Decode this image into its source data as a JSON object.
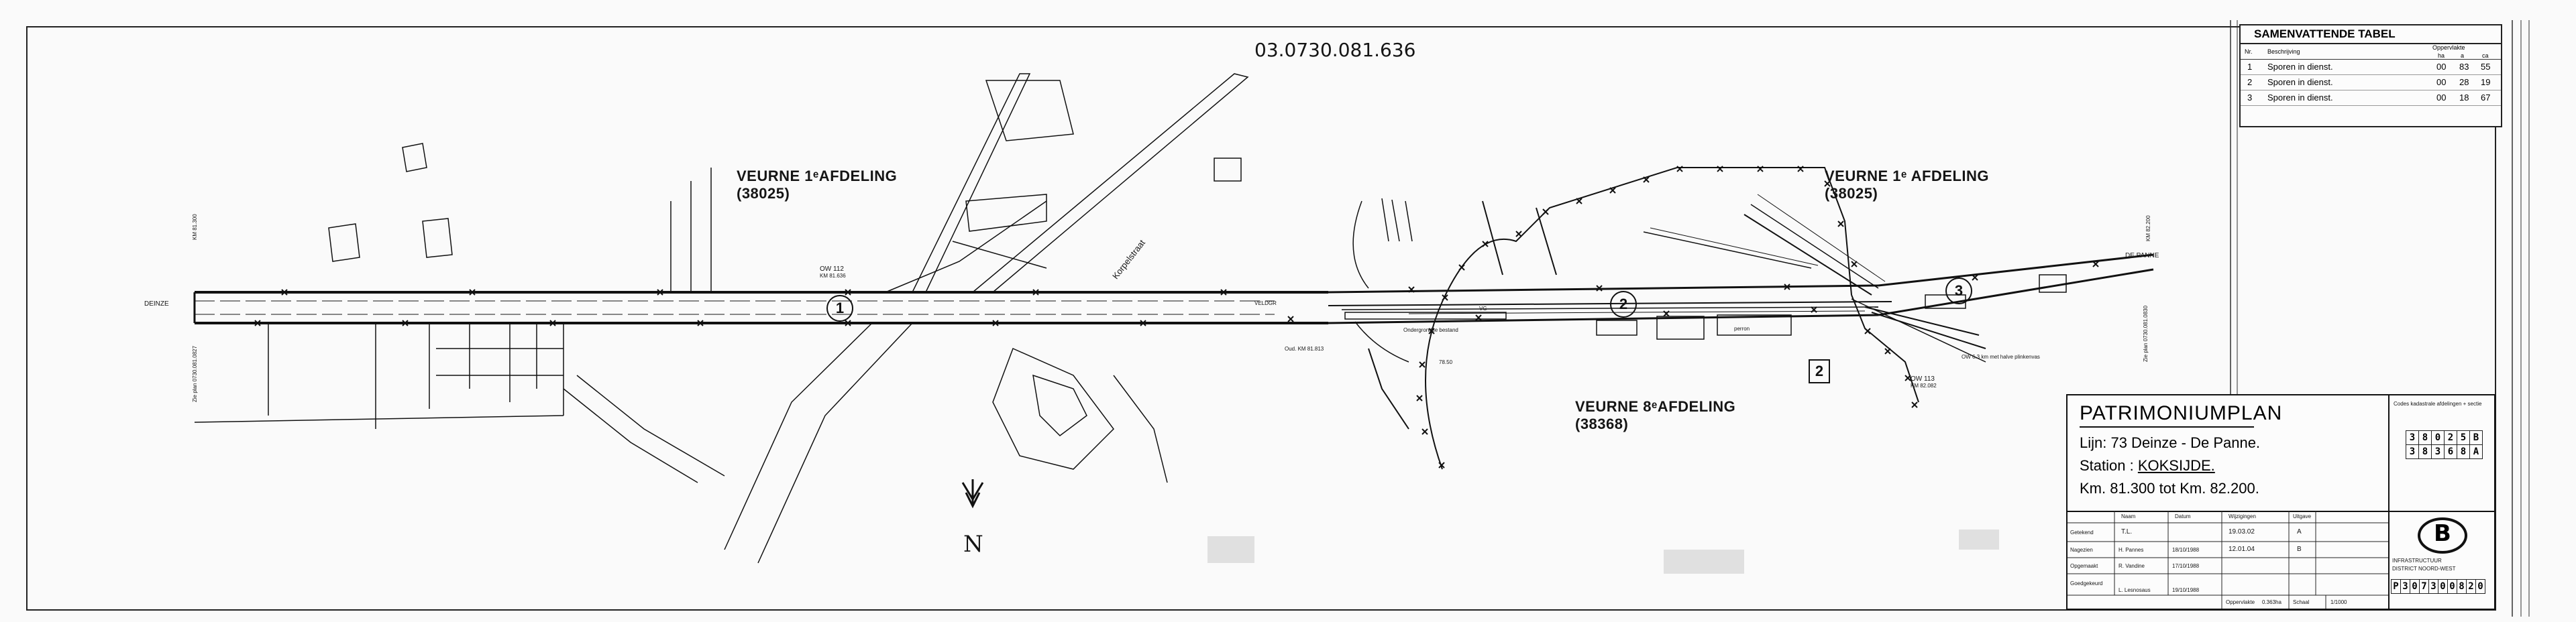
{
  "drawing_ref_top": "03.0730.081.636",
  "north": "N",
  "areas": {
    "veurne_1_west_l1": "VEURNE 1ᵉAFDELING",
    "veurne_1_west_l2": "(38025)",
    "veurne_1_east_l1": "VEURNE 1ᵉ AFDELING",
    "veurne_1_east_l2": "(38025)",
    "veurne_8_l1": "VEURNE 8ᵉAFDELING",
    "veurne_8_l2": "(38368)"
  },
  "labels": {
    "deinze": "DEINZE",
    "de_panne": "DE PANNE",
    "km_81300": "KM 81.300",
    "km_82200": "KM 82.200",
    "km_81930_left": "Zie plan 0730.081.0827",
    "km_81830_right": "Zie plan 0730.081.0830",
    "street": "Korpelstraat",
    "ow112_a": "OW 112",
    "ow112_b": "KM 81.636",
    "ow113_a": "OW 113",
    "ow113_b": "KM 82.082",
    "oud_km": "Oud. KM 81.813",
    "onderg": "Ondergrondse bestand",
    "veldgr": "VELDGR",
    "vg": "VG",
    "dist": "78.50",
    "ow_kant": "OW 6.3 km met halve plinkenvas",
    "perron": "perron"
  },
  "markers": {
    "m1": "1",
    "m2": "2",
    "m3": "3",
    "sq2": "2"
  },
  "summary": {
    "title": "SAMENVATTENDE TABEL",
    "col_nr": "Nr.",
    "col_desc": "Beschrijving",
    "col_area": "Oppervlakte",
    "col_ha": "ha",
    "col_a": "a",
    "col_ca": "ca",
    "rows": [
      {
        "nr": "1",
        "desc": "Sporen in dienst.",
        "ha": "00",
        "a": "83",
        "ca": "55"
      },
      {
        "nr": "2",
        "desc": "Sporen in dienst.",
        "ha": "00",
        "a": "28",
        "ca": "19"
      },
      {
        "nr": "3",
        "desc": "Sporen in dienst.",
        "ha": "00",
        "a": "18",
        "ca": "67"
      }
    ]
  },
  "title_block": {
    "title": "PATRIMONIUMPLAN",
    "line1": "Lijn: 73  Deinze - De Panne.",
    "line2_label": "Station :",
    "line2_value": "KOKSIJDE.",
    "line3": "Km. 81.300 tot Km. 82.200.",
    "codes_label": "Codes kadastrale afdelingen + sectie",
    "codes_row1": [
      "3",
      "8",
      "0",
      "2",
      "5",
      "B"
    ],
    "codes_row2": [
      "3",
      "8",
      "3",
      "6",
      "8",
      "A"
    ],
    "hdr_naam": "Naam",
    "hdr_datum": "Datum",
    "hdr_wijz": "Wijzigingen",
    "hdr_uitg": "Uitgave",
    "r_getekend": "Getekend",
    "r_getekend_naam": "T.L.",
    "r_nagezien": "Nagezien",
    "r_nagezien_naam": "H. Pannes",
    "r_nagezien_datum": "18/10/1988",
    "r_opgemaakt": "Opgemaakt",
    "r_opgemaakt_naam": "R. Vandine",
    "r_opgemaakt_datum": "17/10/1988",
    "r_goedgekeurd": "Goedgekeurd",
    "r_goedgekeurd_naam": "L. Lesnosaus",
    "r_goedgekeurd_datum": "19/10/1988",
    "wijz1": "19.03.02",
    "wijz2": "12.01.04",
    "uitg1": "A",
    "uitg2": "B",
    "opp_label": "Oppervlakte",
    "opp_value": "0.363ha",
    "schaal_label": "Schaal",
    "schaal_value": "1/1000",
    "org1": "INFRASTRUCTUUR",
    "org2": "DISTRICT NOORD-WEST",
    "code": [
      "P",
      "3",
      "0",
      "7",
      "3",
      "0",
      "0",
      "8",
      "2",
      "0"
    ],
    "logo_letter": "B"
  }
}
